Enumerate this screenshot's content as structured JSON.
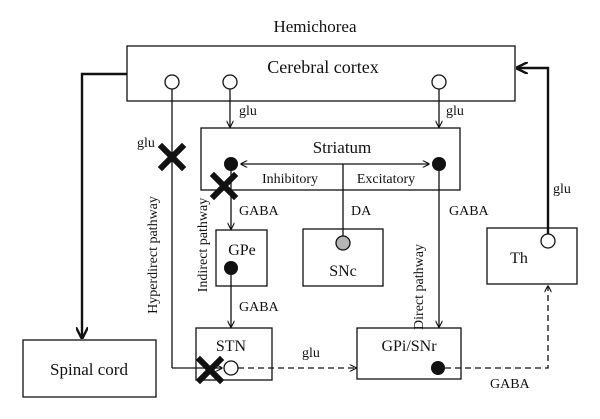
{
  "title": "Hemichorea",
  "boxes": {
    "cortex": "Cerebral cortex",
    "striatum": "Striatum",
    "gpe": "GPe",
    "snc": "SNc",
    "th": "Th",
    "spinal": "Spinal cord",
    "stn": "STN",
    "gpi": "GPi/SNr"
  },
  "striatum_labels": {
    "inhibitory": "Inhibitory",
    "excitatory": "Excitatory"
  },
  "pathways": {
    "hyperdirect": "Hyperdirect pathway",
    "indirect": "Indirect pathway",
    "direct": "Direct pathway"
  },
  "edge_labels": {
    "glu_cortex_striatum_left": "glu",
    "glu_cortex_striatum_right": "glu",
    "glu_hyperdirect": "glu",
    "gaba_striatum_gpe": "GABA",
    "da": "DA",
    "gaba_striatum_gpi": "GABA",
    "gaba_gpe_stn": "GABA",
    "glu_stn_gpi": "glu",
    "glu_th_cortex": "glu",
    "gaba_gpi_th": "GABA"
  },
  "colors": {
    "line": "#111111",
    "snc_node": "#b5b5b5",
    "background": "#ffffff"
  },
  "lesion_marker": "x-mark-icon"
}
